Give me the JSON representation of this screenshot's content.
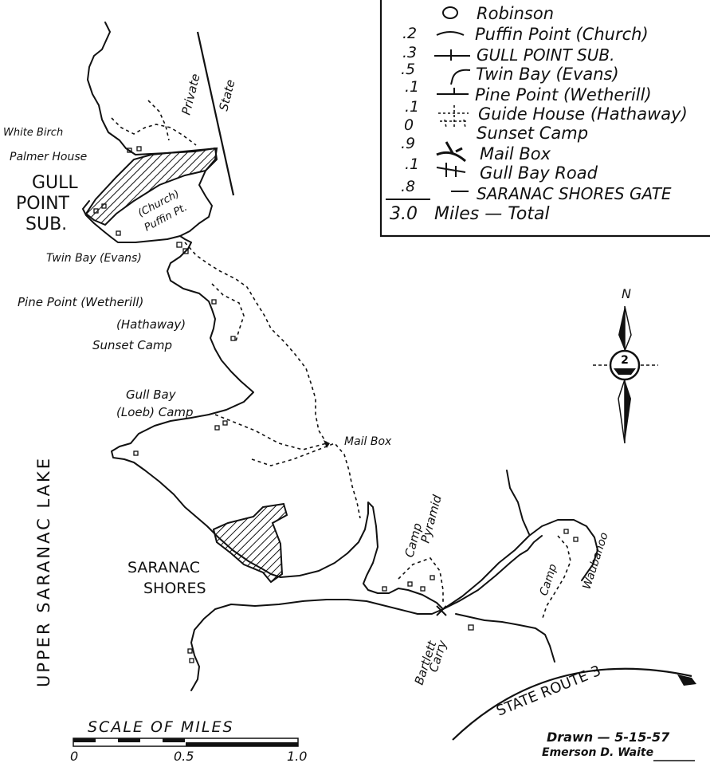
{
  "legend": {
    "rows": [
      {
        "distance": ".2",
        "label": "Robinson"
      },
      {
        "distance": ".3",
        "label": "Puffin Point (Church)"
      },
      {
        "distance": ".5",
        "label": "GULL POINT SUB."
      },
      {
        "distance": ".1",
        "label": "Twin Bay (Evans)"
      },
      {
        "distance": ".1",
        "label": "Pine Point (Wetherill)"
      },
      {
        "distance": "0",
        "label": "Guide House (Hathaway)"
      },
      {
        "distance": ".9",
        "label": "Sunset Camp"
      },
      {
        "distance": ".1",
        "label": "Mail Box"
      },
      {
        "distance": ".8",
        "label": "Gull Bay Road"
      },
      {
        "distance": "",
        "label": "SARANAC SHORES GATE"
      }
    ],
    "total_distance": "3.0",
    "total_label": "Miles — Total"
  },
  "map_labels": {
    "private": "Private",
    "state": "State",
    "white_birch": "White Birch",
    "palmer_house": "Palmer House",
    "gull": "GULL",
    "point": "POINT",
    "sub": "SUB.",
    "church": "(Church)",
    "puffin_pt": "Puffin Pt.",
    "twin_bay": "Twin Bay (Evans)",
    "pine_point": "Pine Point (Wetherill)",
    "hathaway": "(Hathaway)",
    "sunset_camp": "Sunset Camp",
    "gull_bay": "Gull Bay",
    "loeb_camp": "(Loeb) Camp",
    "mail_box": "Mail Box",
    "pyramid": "Pyramid",
    "camp": "Camp",
    "saranac": "SARANAC",
    "shores": "SHORES",
    "lake": "UPPER SARANAC LAKE",
    "bartlett": "Bartlett",
    "carry": "Carry",
    "camp2": "Camp",
    "waubanoo": "Waubanoo",
    "route": "STATE ROUTE 3"
  },
  "compass": {
    "north": "N",
    "center": "2"
  },
  "scale": {
    "title": "SCALE OF MILES",
    "ticks": [
      "0",
      "0.5",
      "1.0"
    ]
  },
  "credit": {
    "drawn": "Drawn — 5-15-57",
    "author": "Emerson D. Waite"
  }
}
